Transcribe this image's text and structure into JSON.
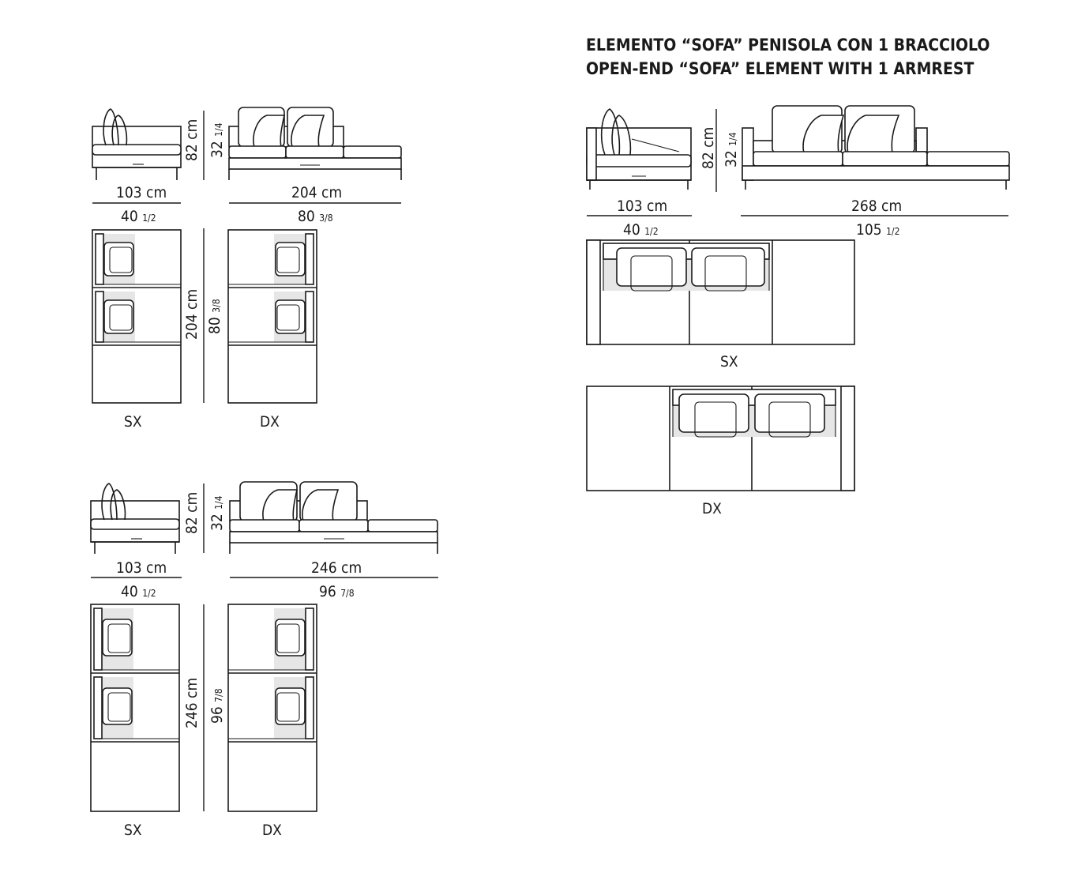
{
  "title": {
    "line1": "ELEMENTO “SOFA” PENISOLA CON 1 BRACCIOLO",
    "line2": "OPEN-END “SOFA” ELEMENT WITH 1 ARMREST"
  },
  "common": {
    "height_cm": "82 cm",
    "height_in": "32",
    "height_in_frac": "1/4",
    "depth_cm": "103 cm",
    "depth_in": "40",
    "depth_in_frac": "1/2"
  },
  "groups": [
    {
      "width_cm": "204 cm",
      "width_in": "80",
      "width_in_frac": "3/8",
      "label_left": "SX",
      "label_right": "DX"
    },
    {
      "width_cm": "246 cm",
      "width_in": "96",
      "width_in_frac": "7/8",
      "label_left": "SX",
      "label_right": "DX"
    },
    {
      "width_cm": "268 cm",
      "width_in": "105",
      "width_in_frac": "1/2",
      "label_left": "SX",
      "label_right": "DX"
    }
  ]
}
